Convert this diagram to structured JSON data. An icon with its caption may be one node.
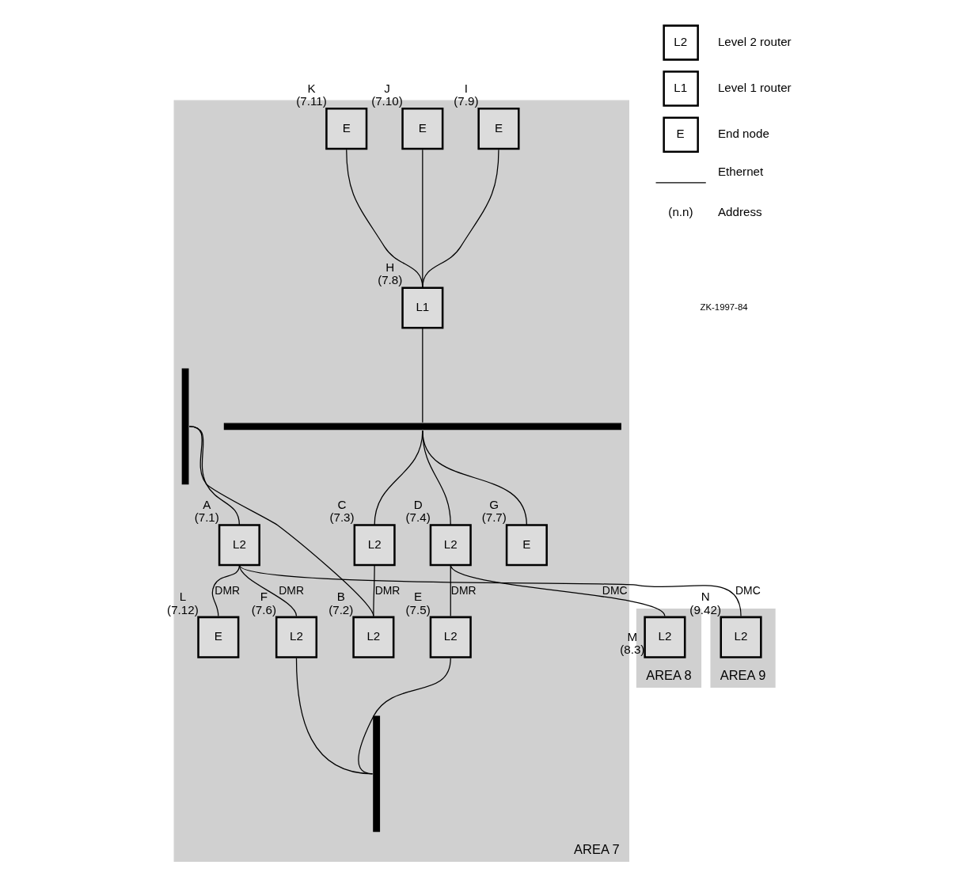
{
  "diagram": {
    "nodes": [
      {
        "text": [
          "AREA 7"
        ]
      },
      {
        "text": [
          "AREA 8"
        ]
      },
      {
        "text": [
          "AREA 9"
        ]
      },
      {
        "text": [
          "E"
        ],
        "in": 0,
        "beside": [
          "I",
          "(7.9)"
        ]
      },
      {
        "text": [
          "E"
        ],
        "in": 0,
        "beside": [
          "J",
          "(7.10)"
        ]
      },
      {
        "text": [
          "E"
        ],
        "in": 0,
        "beside": [
          "K",
          "(7.11)"
        ]
      },
      {
        "text": [
          "L1"
        ],
        "in": 0,
        "beside": [
          "H",
          "(7.8)"
        ]
      },
      {
        "text": [],
        "shape": "bar",
        "in": 0
      },
      {
        "text": [
          "E"
        ],
        "in": 0,
        "beside": [
          "G",
          "(7.7)"
        ]
      },
      {
        "text": [
          "L2"
        ],
        "in": 0,
        "beside": [
          "C",
          "(7.3)"
        ]
      },
      {
        "text": [
          "L2"
        ],
        "in": 0,
        "beside": [
          "D",
          "(7.4)"
        ]
      },
      {
        "text": [],
        "shape": "bar",
        "in": 0
      },
      {
        "text": [
          "L2"
        ],
        "in": 0,
        "beside": [
          "B",
          "(7.2)"
        ]
      },
      {
        "text": [
          "L2"
        ],
        "in": 0,
        "beside": [
          "E",
          "(7.5)"
        ]
      },
      {
        "text": [],
        "shape": "bar",
        "in": 0
      },
      {
        "text": [
          "L2"
        ],
        "in": 0,
        "beside": [
          "A",
          "(7.1)"
        ]
      },
      {
        "text": [
          "L2"
        ],
        "in": 0,
        "beside": [
          "F",
          "(7.6)"
        ]
      },
      {
        "text": [
          "E"
        ],
        "in": 0,
        "beside": [
          "L",
          "(7.12)"
        ]
      },
      {
        "text": [
          "L2"
        ],
        "in": 1,
        "beside": [
          "M",
          "(8.3)"
        ]
      },
      {
        "text": [
          "L2"
        ],
        "in": 2,
        "beside": [
          "N",
          "(9.42)"
        ]
      }
    ],
    "edges": [
      {
        "from": 3,
        "to": 6,
        "arrow": "none"
      },
      {
        "from": 4,
        "to": 6,
        "arrow": "none"
      },
      {
        "from": 5,
        "to": 6,
        "arrow": "none"
      },
      {
        "from": 6,
        "to": 7,
        "arrow": "none"
      },
      {
        "from": 7,
        "to": 8,
        "arrow": "none"
      },
      {
        "from": 7,
        "to": 9,
        "arrow": "none"
      },
      {
        "from": 7,
        "to": 10,
        "arrow": "none"
      },
      {
        "from": 9,
        "to": 12,
        "arrow": "none",
        "label": "DMR"
      },
      {
        "from": 10,
        "to": 13,
        "arrow": "none",
        "label": "DMR"
      },
      {
        "from": 10,
        "to": 18,
        "arrow": "none",
        "label": "DMC"
      },
      {
        "from": 11,
        "to": 12,
        "arrow": "none"
      },
      {
        "from": 13,
        "to": 14,
        "arrow": "none"
      },
      {
        "from": 11,
        "to": 15,
        "arrow": "none"
      },
      {
        "from": 15,
        "to": 16,
        "arrow": "none",
        "label": "DMR"
      },
      {
        "from": 16,
        "to": 14,
        "arrow": "none"
      },
      {
        "from": 15,
        "to": 17,
        "arrow": "none",
        "label": "DMR"
      },
      {
        "from": 15,
        "to": 19,
        "arrow": "none",
        "label": "DMC"
      }
    ],
    "labels": [
      "L2",
      "L1",
      "E",
      "(n.n)",
      "ZK-1997-84"
    ],
    "legend": [
      {
        "text": "Level 2 router"
      },
      {
        "text": "Level 1 router"
      },
      {
        "text": "End node"
      },
      {
        "text": "Ethernet"
      },
      {
        "text": "Address"
      }
    ]
  }
}
